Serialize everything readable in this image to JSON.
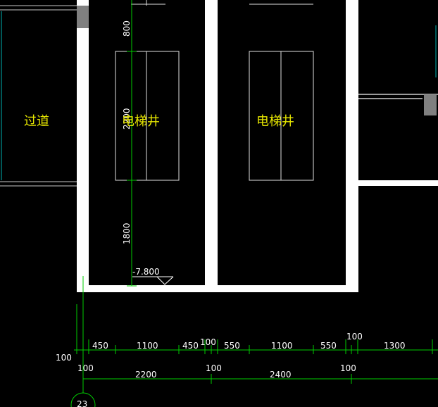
{
  "rooms": {
    "corridor": "过道",
    "shaft_left": "电梯井",
    "shaft_right": "电梯井"
  },
  "vertical_dims": {
    "top": "800",
    "middle": "2200",
    "bottom": "1800"
  },
  "level_mark": "-7.800",
  "dim_row1": {
    "left_offset": "100",
    "d1": "450",
    "d2": "1100",
    "d3": "450",
    "d4": "100",
    "d5": "550",
    "d6": "1100",
    "d7": "550",
    "d8": "100",
    "d9": "1300"
  },
  "dim_row2": {
    "a1": "100",
    "a2": "2200",
    "a3": "100",
    "a4": "2400",
    "a5": "100"
  },
  "axis_bubble": "23",
  "colors": {
    "background": "#000000",
    "wall": "#ffffff",
    "dimension": "#00cc00",
    "label": "#e6e600",
    "cyan": "#00b0b0"
  }
}
